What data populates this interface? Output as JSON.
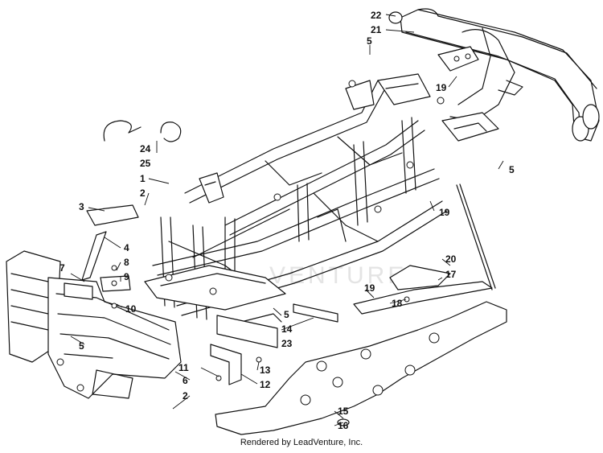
{
  "diagram": {
    "callouts": [
      "22",
      "21",
      "5",
      "19",
      "5",
      "24",
      "25",
      "1",
      "2",
      "3",
      "19",
      "4",
      "8",
      "9",
      "7",
      "10",
      "20",
      "17",
      "19",
      "18",
      "5",
      "14",
      "23",
      "5",
      "11",
      "13",
      "12",
      "6",
      "2",
      "15",
      "16"
    ],
    "watermark": "VENTURE"
  },
  "footer": {
    "credit": "Rendered by LeadVenture, Inc."
  }
}
